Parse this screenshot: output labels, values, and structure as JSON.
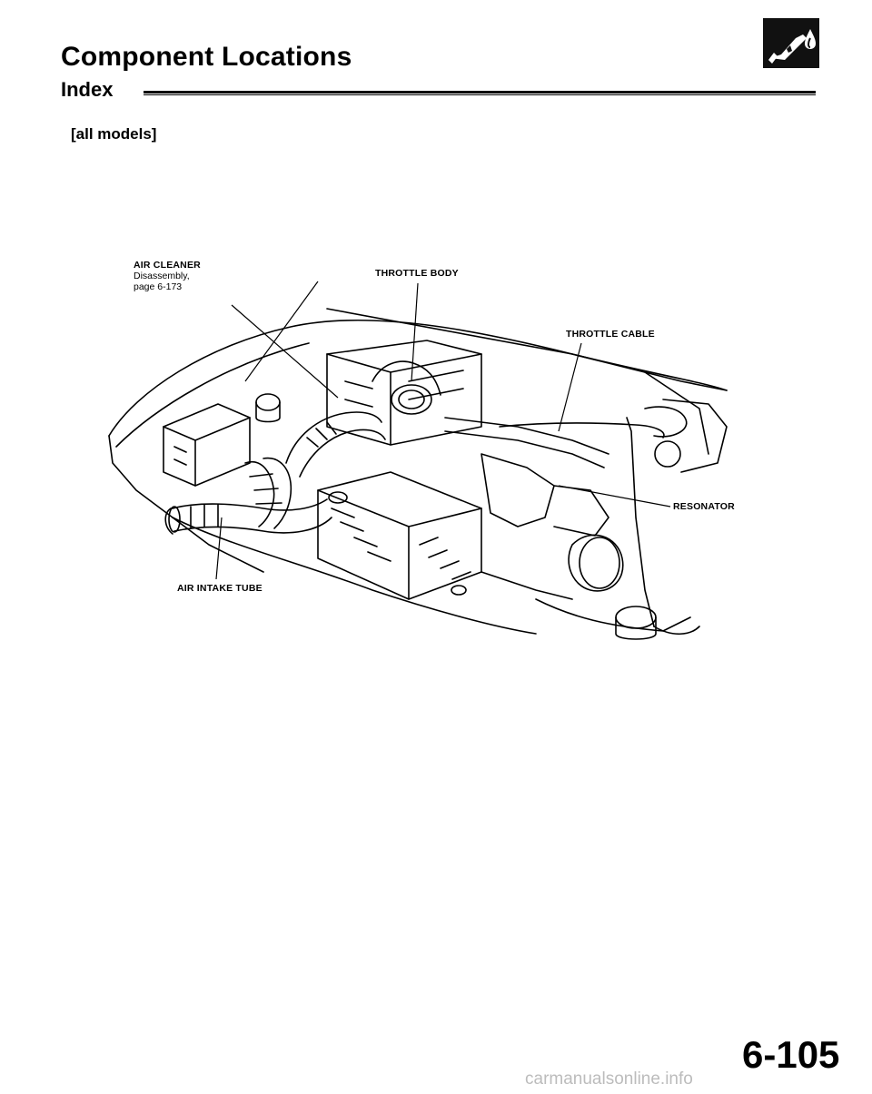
{
  "header": {
    "title": "Component Locations",
    "subtitle": "Index"
  },
  "section_note": "[all models]",
  "diagram": {
    "labels": {
      "air_cleaner": "AIR CLEANER",
      "air_cleaner_ref_line1": "Disassembly,",
      "air_cleaner_ref_line2": "page 6-173",
      "throttle_body": "THROTTLE BODY",
      "throttle_cable": "THROTTLE CABLE",
      "resonator": "RESONATOR",
      "air_intake_tube": "AIR INTAKE TUBE"
    },
    "line_color": "#000000"
  },
  "badge_icon": "fuel-nozzle-icon",
  "footer": {
    "page_number": "6-105",
    "watermark": "carmanualsonline.info"
  },
  "colors": {
    "ink": "#000000",
    "watermark": "#bcbcbc"
  }
}
